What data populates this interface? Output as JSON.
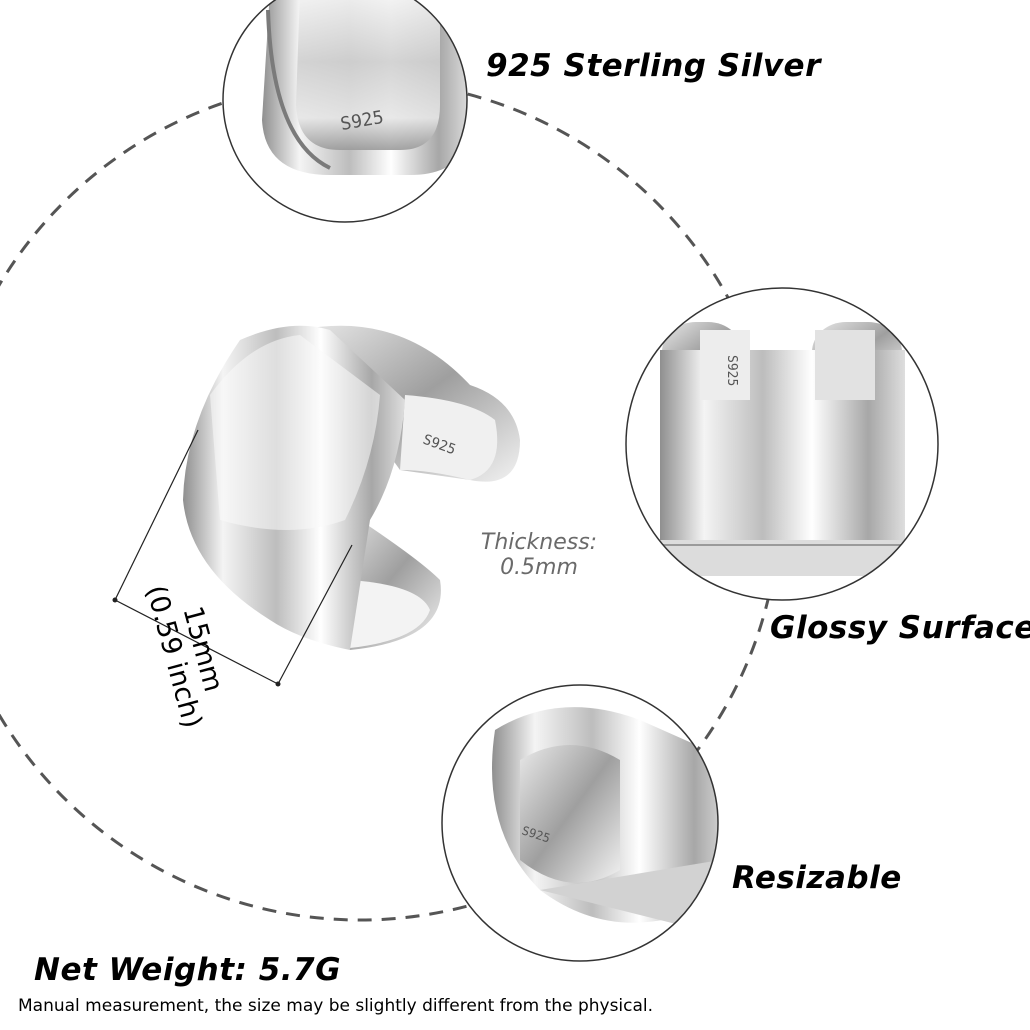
{
  "features": {
    "sterling": "925 Sterling Silver",
    "glossy": "Glossy Surface",
    "resizable": "Resizable"
  },
  "ring": {
    "stamp": "S925",
    "thickness_label": "Thickness:",
    "thickness_value": "0.5mm",
    "width_mm": "15mm",
    "width_inch": "(0.59 inch)"
  },
  "footer": {
    "net_weight": "Net Weight: 5.7G",
    "note": "Manual measurement, the size may be slightly different from the physical."
  },
  "colors": {
    "background": "#ffffff",
    "silver": "#c9c9c9",
    "dashed_line": "#555555"
  }
}
